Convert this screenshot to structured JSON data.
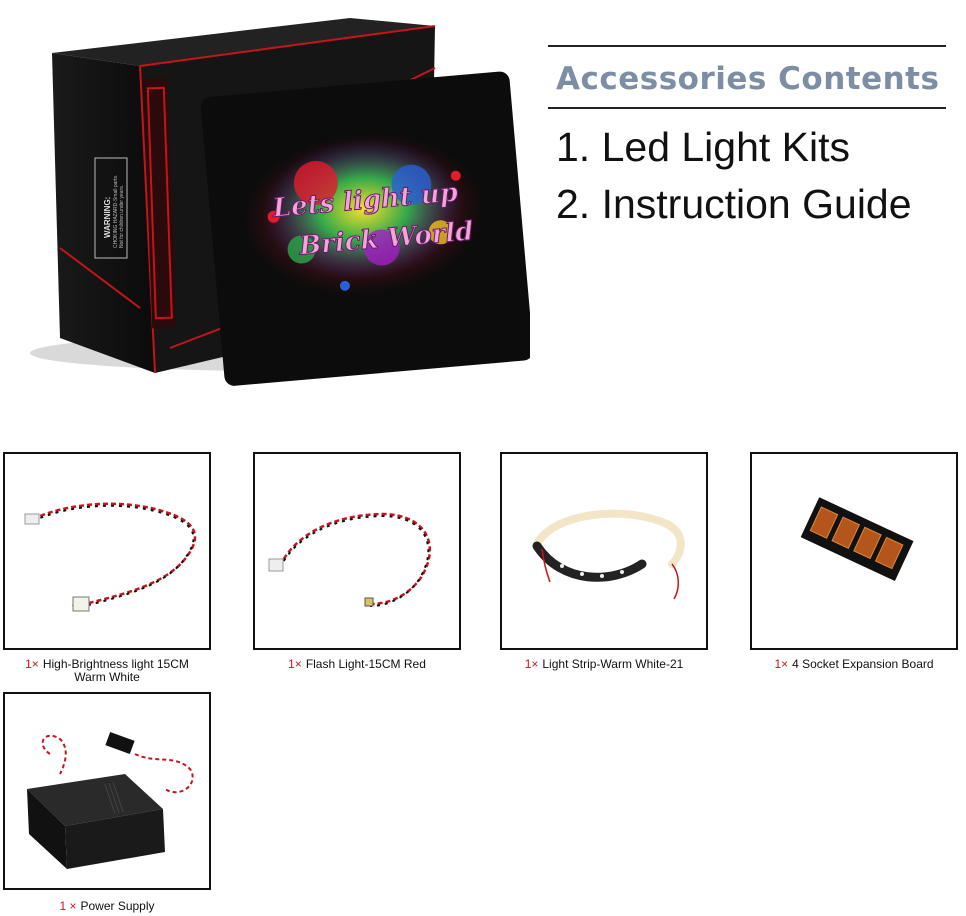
{
  "hero": {
    "box_warning_title": "WARNING:",
    "box_warning_text_1": "CHOKING HAZARD-Small parts.",
    "box_warning_text_2": "Not for children under   years.",
    "card_text_line1": "Lets light up",
    "card_text_line2": "Brick World"
  },
  "contents": {
    "title": "Accessories Contents",
    "items": [
      "1. Led Light Kits",
      "2. Instruction Guide"
    ]
  },
  "products": [
    {
      "qty": "1×",
      "label": "High-Brightness light 15CM",
      "label2": "Warm White"
    },
    {
      "qty": "1×",
      "label": "Flash Light-15CM Red"
    },
    {
      "qty": "1×",
      "label": "Light Strip-Warm White-21"
    },
    {
      "qty": "1×",
      "label": "4 Socket Expansion Board"
    },
    {
      "qty": "1 ×",
      "label": "Power Supply"
    }
  ],
  "colors": {
    "title_accent": "#7d8ea4",
    "qty_red": "#d0121b",
    "box_red": "#c4141c"
  }
}
